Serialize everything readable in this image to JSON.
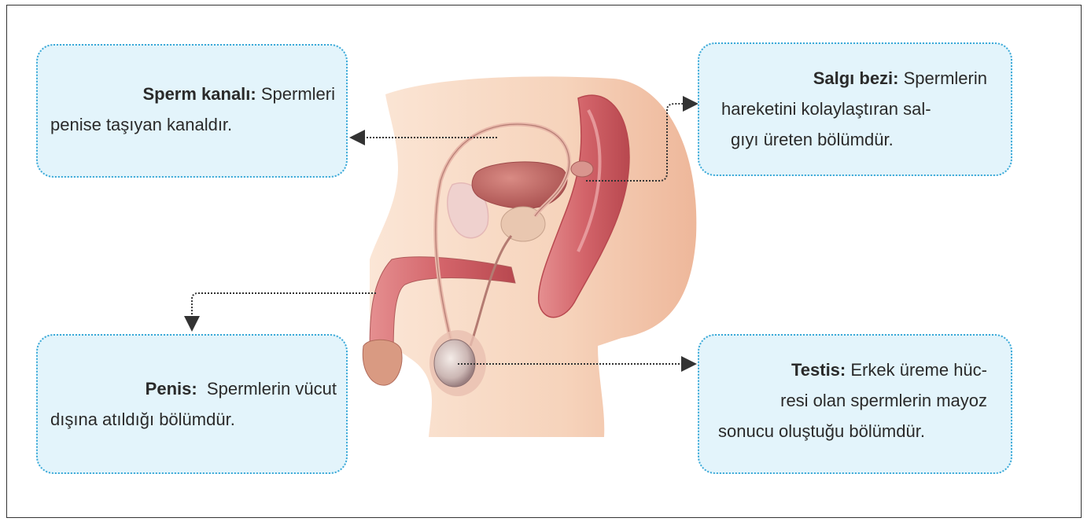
{
  "labels": {
    "sperm_kanali": {
      "term": "Sperm kanalı:",
      "line1": "Spermleri",
      "line2": "penise taşıyan kanaldır."
    },
    "salgi_bezi": {
      "term": "Salgı bezi:",
      "line1": "Spermlerin",
      "line2": "hareketini kolaylaştıran sal-",
      "line3": "gıyı üreten bölümdür."
    },
    "penis": {
      "term": "Penis:",
      "line1": "Spermlerin vücut",
      "line2": "dışına atıldığı bölümdür."
    },
    "testis": {
      "term": "Testis:",
      "line1": "Erkek üreme hüc-",
      "line2": "resi olan spermlerin mayoz",
      "line3": "sonucu oluştuğu bölümdür."
    }
  },
  "colors": {
    "box_border": "#3aa9d8",
    "box_fill": "#e3f4fb",
    "skin": "#f5d4bd",
    "organ_red": "#c9545a",
    "leader_line": "#333333"
  }
}
